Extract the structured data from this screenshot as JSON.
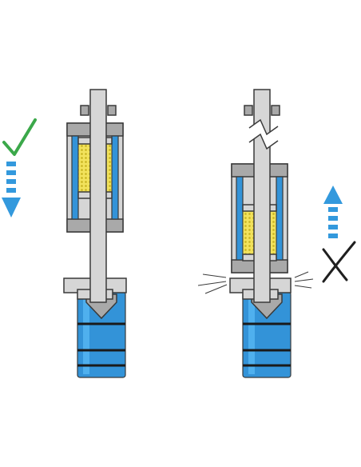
{
  "diagram": {
    "background": "#ffffff",
    "colors": {
      "steel": "#d6d6d6",
      "steel_dark": "#a9a9a9",
      "outline": "#3a3a3a",
      "blue": "#3393d8",
      "blue_light": "#4fb0ee",
      "yellow": "#f2e25c",
      "yellow_dot": "#c7b21f",
      "check_green": "#3ba84a",
      "cross_dark": "#1f1f1f",
      "arrow_blue": "#3399dd",
      "ring_dark": "#1a1a1a"
    },
    "left_assembly": {
      "status": "correct",
      "icon": "checkmark-icon",
      "arrow": "down"
    },
    "right_assembly": {
      "status": "incorrect",
      "icon": "cross-icon",
      "arrow": "up",
      "leak_lines": true,
      "shaft_break": true
    }
  }
}
